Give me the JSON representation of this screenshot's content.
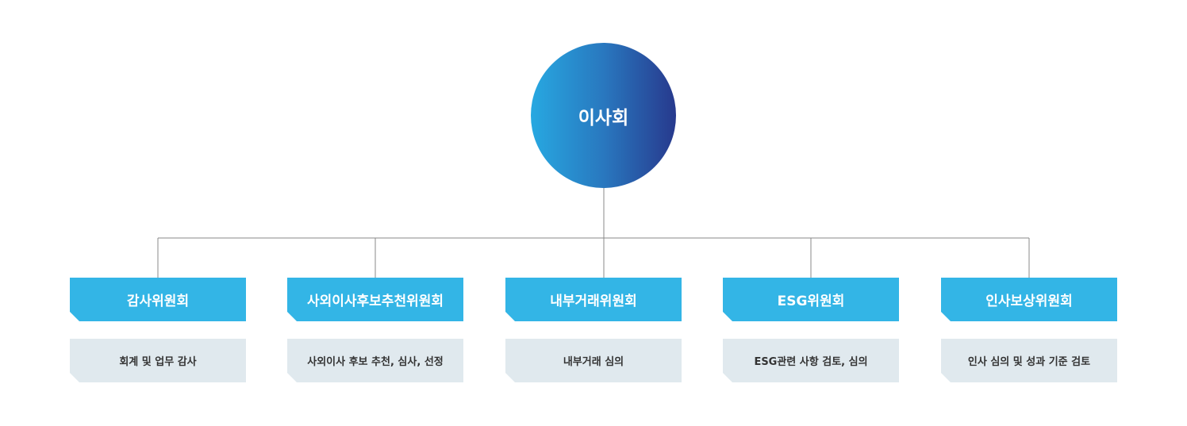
{
  "board": {
    "label": "이사회"
  },
  "committees": [
    {
      "name": "감사위원회",
      "duty": "회계 및 업무 감사"
    },
    {
      "name": "사외이사후보추천위원회",
      "duty": "사외이사 후보 추천, 심사, 선정"
    },
    {
      "name": "내부거래위원회",
      "duty": "내부거래 심의"
    },
    {
      "name": "ESG위원회",
      "duty": "ESG관련 사항 검토, 심의"
    },
    {
      "name": "인사보상위원회",
      "duty": "인사 심의 및 성과 기준 검토"
    }
  ],
  "colors": {
    "root_gradient": [
      "#27a8e1",
      "#2978bf",
      "#27398d"
    ],
    "committee_box": "#33b5e6",
    "duty_box": "#e0e9ee",
    "connector": "#888888"
  }
}
